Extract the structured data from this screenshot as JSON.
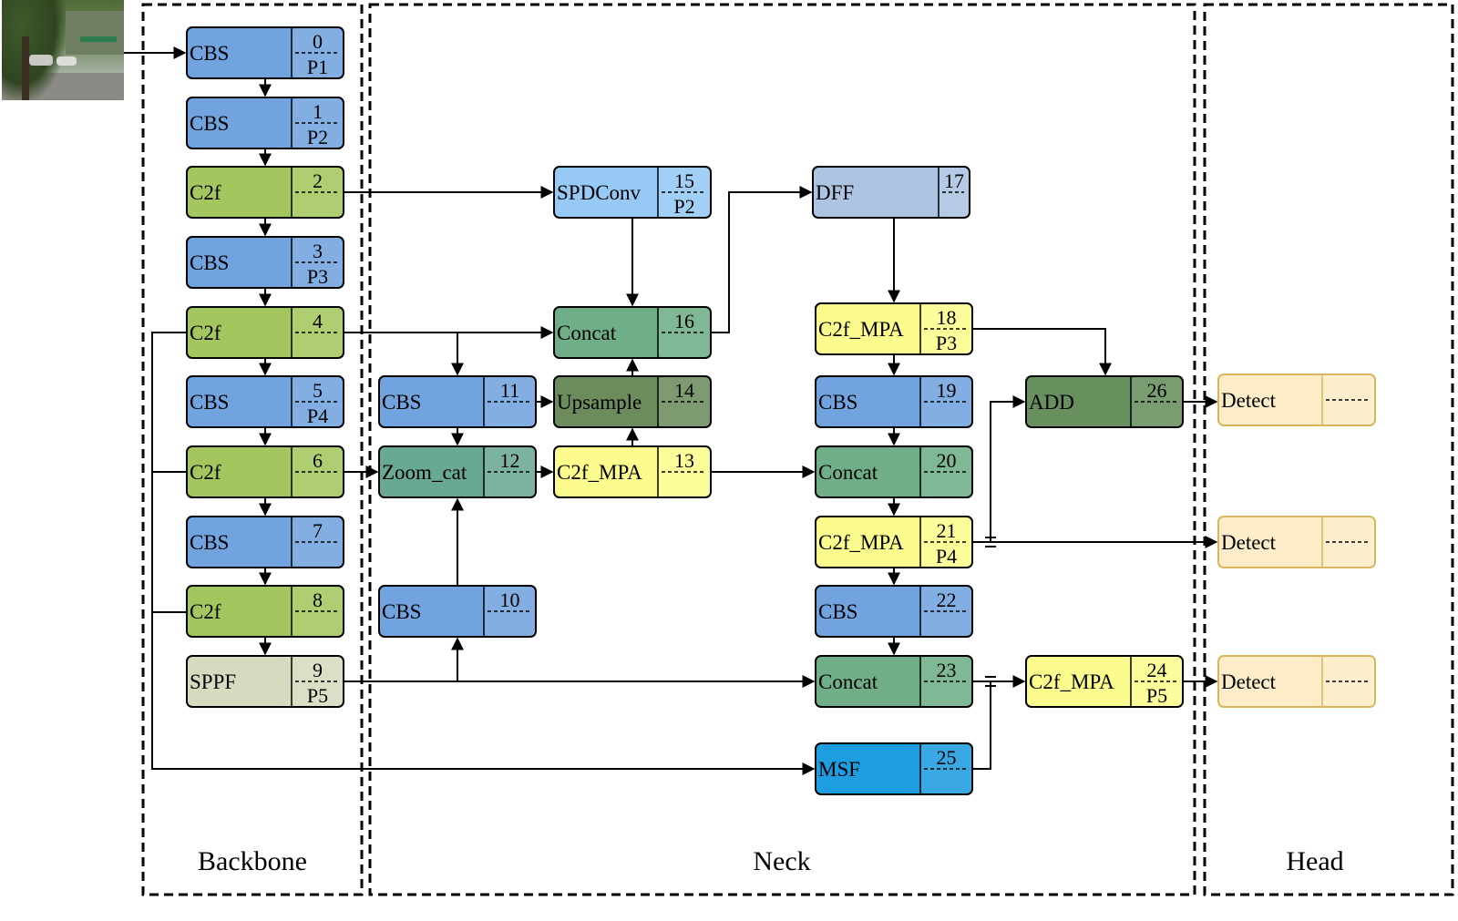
{
  "sections": {
    "backbone": "Backbone",
    "neck": "Neck",
    "head": "Head"
  },
  "colors": {
    "cbs": "#71a3de",
    "c2f": "#a4c65e",
    "sppf": "#d5dbbe",
    "spdconv": "#96c9f5",
    "dff": "#adc3e2",
    "concat": "#6fae87",
    "upsample": "#6c8c5e",
    "zoomcat": "#6aa896",
    "c2fmpa": "#fcfc8e",
    "msf": "#1e9de0",
    "add": "#688f5e",
    "detect": "#fdecc8",
    "detect_border": "#d9b65e"
  },
  "input_image": {
    "name": "input-photo"
  },
  "nodes": [
    {
      "id": "n0",
      "label": "CBS",
      "num": "0",
      "sub": "P1",
      "style": "cbs"
    },
    {
      "id": "n1",
      "label": "CBS",
      "num": "1",
      "sub": "P2",
      "style": "cbs"
    },
    {
      "id": "n2",
      "label": "C2f",
      "num": "2",
      "sub": "",
      "style": "c2f"
    },
    {
      "id": "n3",
      "label": "CBS",
      "num": "3",
      "sub": "P3",
      "style": "cbs"
    },
    {
      "id": "n4",
      "label": "C2f",
      "num": "4",
      "sub": "",
      "style": "c2f"
    },
    {
      "id": "n5",
      "label": "CBS",
      "num": "5",
      "sub": "P4",
      "style": "cbs"
    },
    {
      "id": "n6",
      "label": "C2f",
      "num": "6",
      "sub": "",
      "style": "c2f"
    },
    {
      "id": "n7",
      "label": "CBS",
      "num": "7",
      "sub": "",
      "style": "cbs"
    },
    {
      "id": "n8",
      "label": "C2f",
      "num": "8",
      "sub": "",
      "style": "c2f"
    },
    {
      "id": "n9",
      "label": "SPPF",
      "num": "9",
      "sub": "P5",
      "style": "sppf"
    },
    {
      "id": "n10",
      "label": "CBS",
      "num": "10",
      "sub": "",
      "style": "cbs"
    },
    {
      "id": "n11",
      "label": "CBS",
      "num": "11",
      "sub": "",
      "style": "cbs"
    },
    {
      "id": "n12",
      "label": "Zoom_cat",
      "num": "12",
      "sub": "",
      "style": "zoomcat"
    },
    {
      "id": "n13",
      "label": "C2f_MPA",
      "num": "13",
      "sub": "",
      "style": "c2fmpa"
    },
    {
      "id": "n14",
      "label": "Upsample",
      "num": "14",
      "sub": "",
      "style": "upsample"
    },
    {
      "id": "n15",
      "label": "SPDConv",
      "num": "15",
      "sub": "P2",
      "style": "spdconv"
    },
    {
      "id": "n16",
      "label": "Concat",
      "num": "16",
      "sub": "",
      "style": "concat"
    },
    {
      "id": "n17",
      "label": "DFF",
      "num": "17",
      "sub": "",
      "style": "dff"
    },
    {
      "id": "n18",
      "label": "C2f_MPA",
      "num": "18",
      "sub": "P3",
      "style": "c2fmpa"
    },
    {
      "id": "n19",
      "label": "CBS",
      "num": "19",
      "sub": "",
      "style": "cbs"
    },
    {
      "id": "n20",
      "label": "Concat",
      "num": "20",
      "sub": "",
      "style": "concat"
    },
    {
      "id": "n21",
      "label": "C2f_MPA",
      "num": "21",
      "sub": "P4",
      "style": "c2fmpa"
    },
    {
      "id": "n22",
      "label": "CBS",
      "num": "22",
      "sub": "",
      "style": "cbs"
    },
    {
      "id": "n23",
      "label": "Concat",
      "num": "23",
      "sub": "",
      "style": "concat"
    },
    {
      "id": "n24",
      "label": "C2f_MPA",
      "num": "24",
      "sub": "P5",
      "style": "c2fmpa"
    },
    {
      "id": "n25",
      "label": "MSF",
      "num": "25",
      "sub": "",
      "style": "msf"
    },
    {
      "id": "n26",
      "label": "ADD",
      "num": "26",
      "sub": "",
      "style": "add"
    },
    {
      "id": "d1",
      "label": "Detect",
      "num": "",
      "sub": "",
      "style": "detect"
    },
    {
      "id": "d2",
      "label": "Detect",
      "num": "",
      "sub": "",
      "style": "detect"
    },
    {
      "id": "d3",
      "label": "Detect",
      "num": "",
      "sub": "",
      "style": "detect"
    }
  ]
}
